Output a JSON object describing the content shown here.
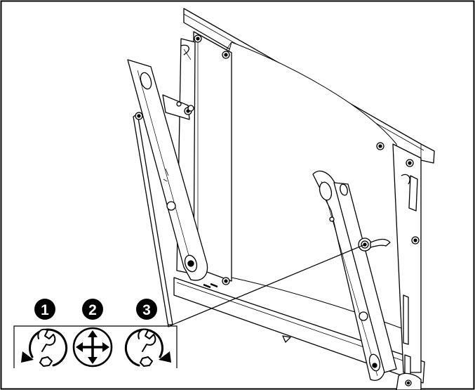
{
  "figure": {
    "steps": [
      {
        "number": "1",
        "icon": "wrench-loosen-icon"
      },
      {
        "number": "2",
        "icon": "move-arrows-icon"
      },
      {
        "number": "3",
        "icon": "wrench-tighten-icon"
      }
    ],
    "colors": {
      "line": "#000000",
      "background": "#ffffff",
      "badge": "#000000",
      "badge_text": "#ffffff"
    }
  }
}
